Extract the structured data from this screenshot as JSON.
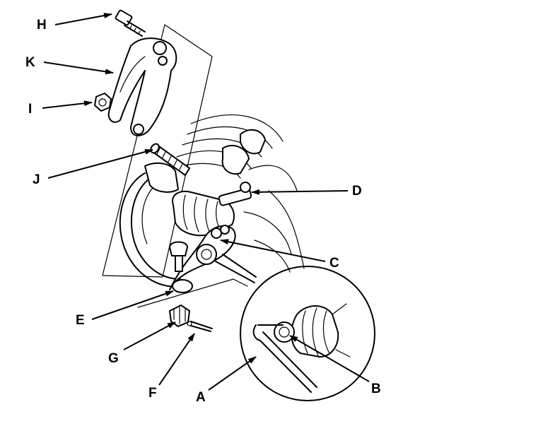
{
  "labels": {
    "H": "H",
    "K": "K",
    "I": "I",
    "J": "J",
    "D": "D",
    "C": "C",
    "E": "E",
    "G": "G",
    "F": "F",
    "A": "A",
    "B": "B"
  }
}
